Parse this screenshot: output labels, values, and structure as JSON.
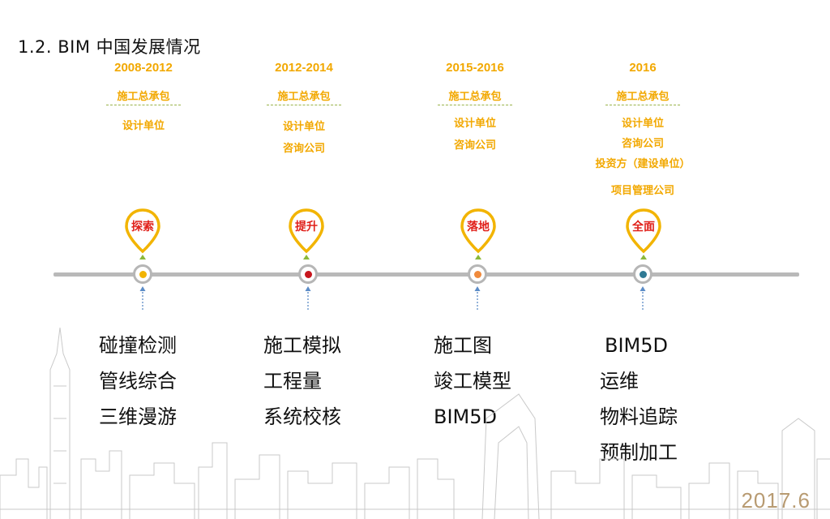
{
  "title": "1.2. BIM 中国发展情况",
  "date": "2017.6",
  "stages": [
    {
      "year": "2008-2012",
      "stage_label": "探索",
      "dot_color": "#f2b400",
      "subject": "施工总承包",
      "participants": [
        "设计单位"
      ],
      "applications": [
        "碰撞检测",
        "管线综合",
        "三维漫游"
      ]
    },
    {
      "year": "2012-2014",
      "stage_label": "提升",
      "dot_color": "#c8161d",
      "subject": "施工总承包",
      "participants": [
        "设计单位",
        "咨询公司"
      ],
      "applications": [
        "施工模拟",
        "工程量",
        "系统校核"
      ]
    },
    {
      "year": "2015-2016",
      "stage_label": "落地",
      "dot_color": "#f08a3c",
      "subject": "施工总承包",
      "participants": [
        "设计单位",
        "咨询公司"
      ],
      "applications": [
        "施工图",
        "竣工模型",
        "BIM5D"
      ]
    },
    {
      "year": "2016",
      "stage_label": "全面",
      "dot_color": "#2f7a94",
      "subject": "施工总承包",
      "participants": [
        "设计单位",
        "咨询公司",
        "投资方（建设单位）",
        "项目管理公司"
      ],
      "applications": [
        "BIM5D",
        "运维",
        "物料追踪",
        "预制加工"
      ]
    }
  ],
  "colors": {
    "accent": "#f2a800",
    "stage_label": "#e0201a",
    "pin_ring": "#f2b400",
    "timeline": "#b9b9b9"
  }
}
